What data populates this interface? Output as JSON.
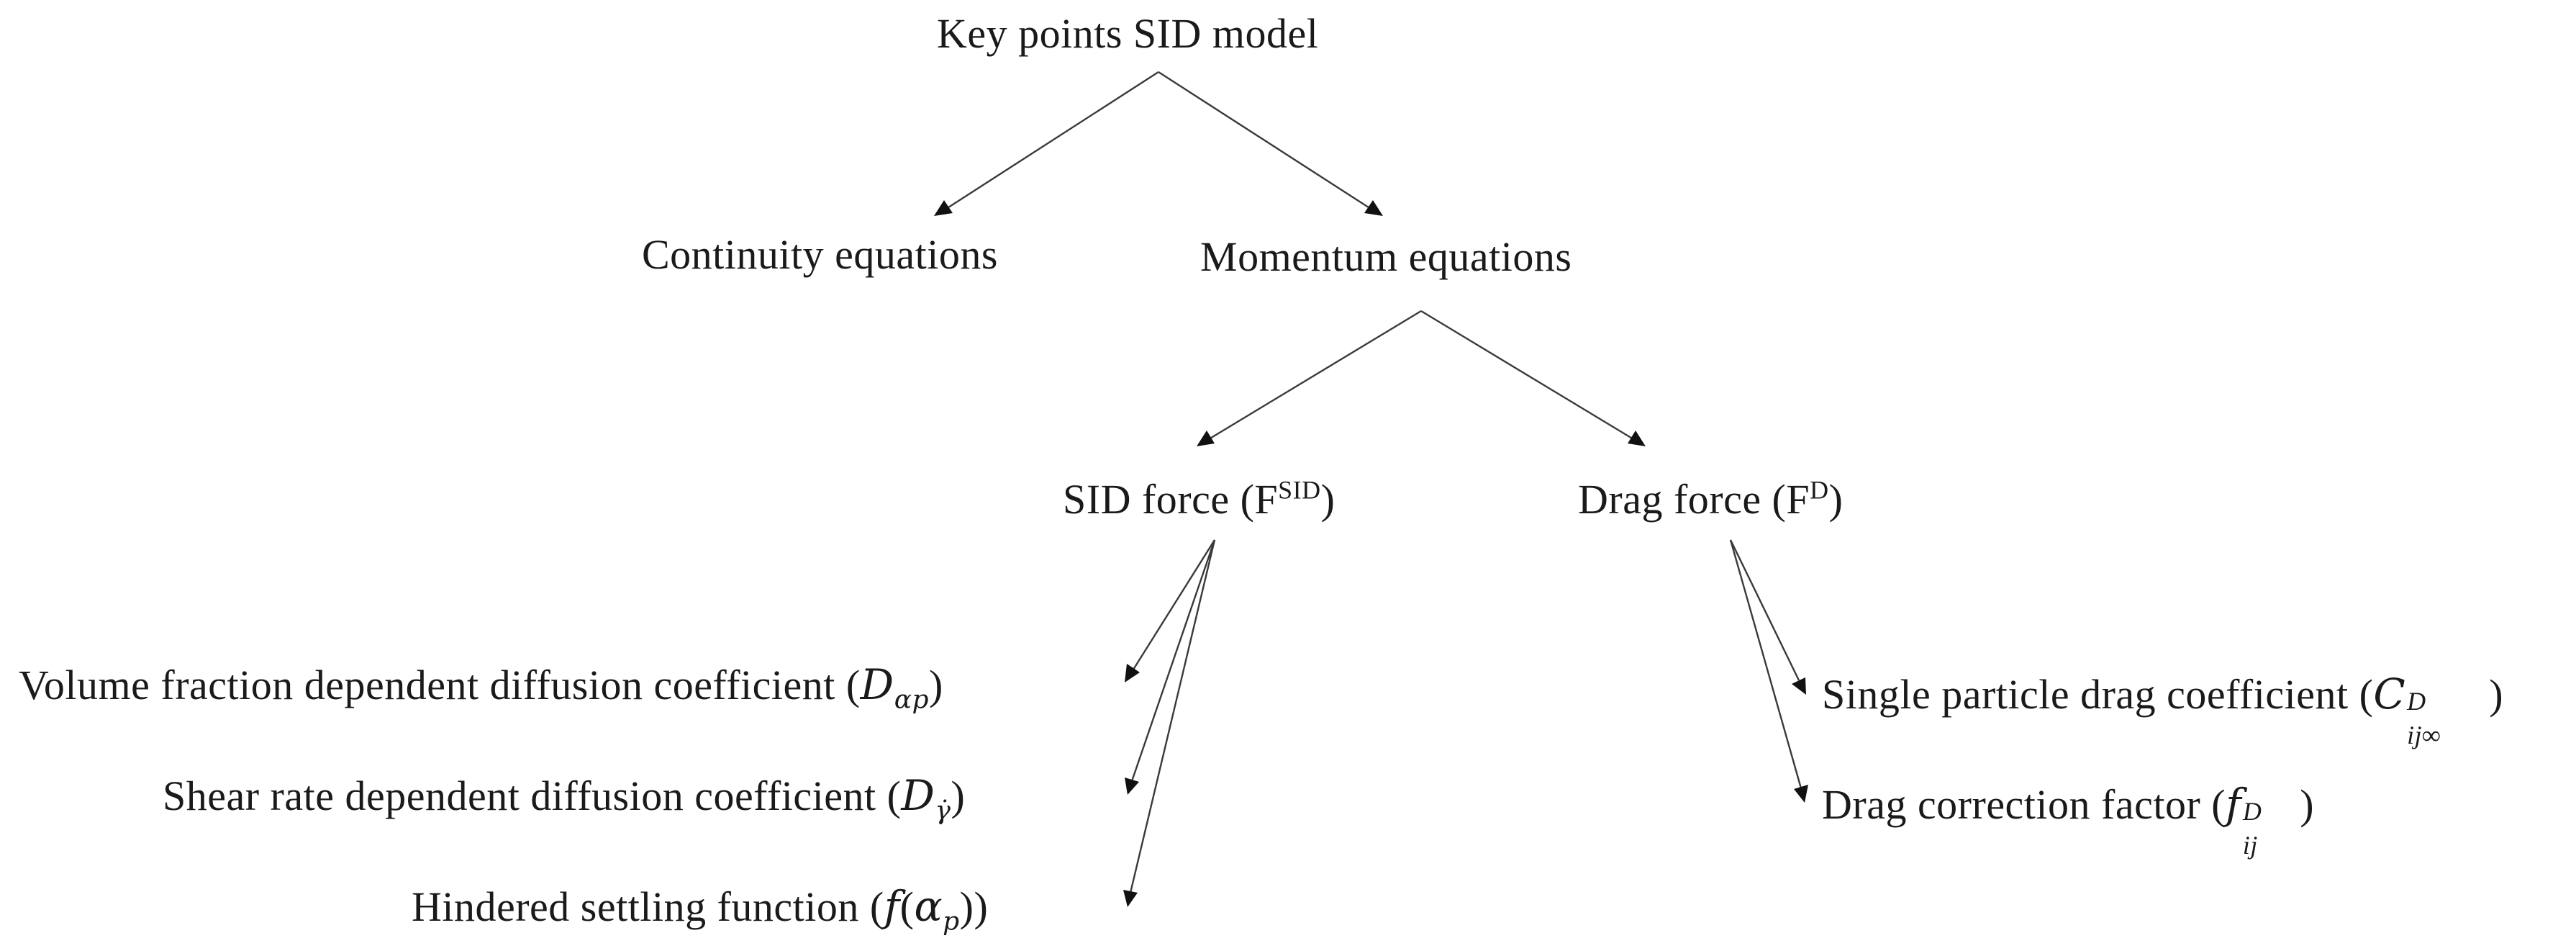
{
  "nodes": {
    "root": "Key points SID model",
    "continuity": "Continuity equations",
    "momentum": "Momentum equations",
    "sid_force": {
      "text": "SID force (F",
      "sup": "SID",
      "close": ")"
    },
    "drag_force": {
      "text": "Drag force (F",
      "sup": "D",
      "close": ")"
    },
    "volume_fraction": {
      "text": "Volume fraction dependent diffusion coefficient (",
      "sym": "D",
      "sub": "αp",
      "close": ")"
    },
    "shear_rate": {
      "text": "Shear rate dependent diffusion coefficient (",
      "sym": "D",
      "sub": "γ̇",
      "close": ")"
    },
    "hindered": {
      "text": "Hindered settling function (",
      "sym": "f",
      "inner_open": "(",
      "inner_sym": "α",
      "inner_sub": "p",
      "inner_close": ")",
      "close": ")"
    },
    "single_particle": {
      "text": "Single particle drag coefficient (",
      "sym": "C",
      "sup": "D",
      "sub": "ij∞",
      "close": ")"
    },
    "drag_correction": {
      "text": "Drag correction factor (",
      "sym": "f",
      "sup": "D",
      "sub": "ij",
      "close": ")"
    }
  }
}
